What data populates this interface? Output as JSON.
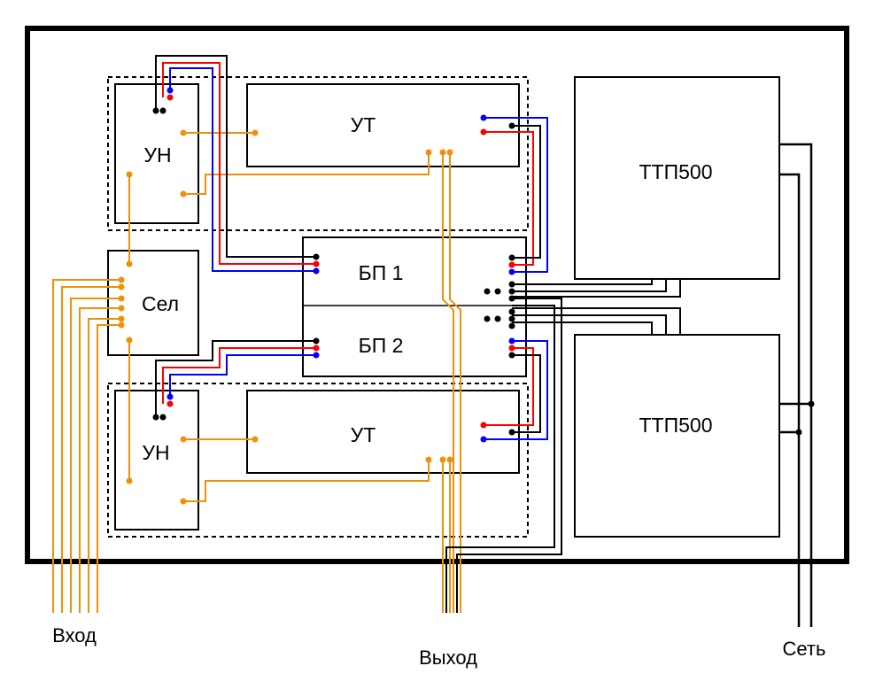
{
  "blocks": {
    "un_top": "УН",
    "ut_top": "УТ",
    "sel": "Сел",
    "bp1": "БП 1",
    "bp2": "БП 2",
    "un_bot": "УН",
    "ut_bot": "УТ",
    "ttp_top": "ТТП500",
    "ttp_bot": "ТТП500"
  },
  "io": {
    "input": "Вход",
    "output": "Выход",
    "mains": "Сеть"
  },
  "colors": {
    "signal": "#f0900a",
    "positive": "#ff0000",
    "negative": "#0000ff",
    "common": "#000000"
  }
}
